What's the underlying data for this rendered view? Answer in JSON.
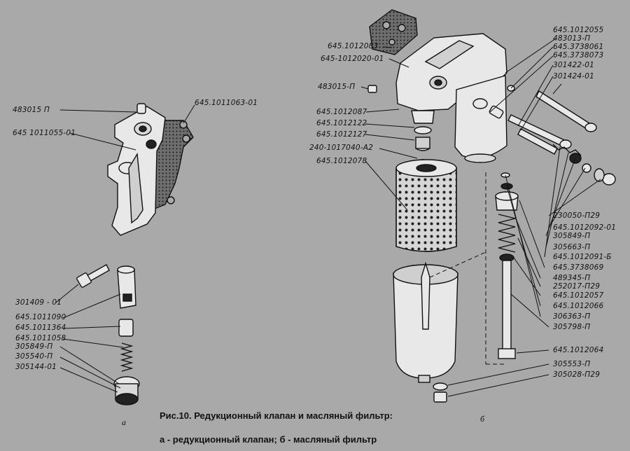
{
  "caption": {
    "title": "Рис.10. Редукционный клапан и масляный фильтр:",
    "legend": "а - редукционный клапан; б - масляный фильтр"
  },
  "views": {
    "a": "а",
    "b": "б"
  },
  "labels_a": [
    "483015 П",
    "645.1011063-01",
    "645 1011055-01",
    "301409 - 01",
    "645.1011090",
    "645.1011364",
    "645.1011058",
    "305849-П",
    "305540-П",
    "305144-01"
  ],
  "labels_b": [
    "645.1012083",
    "645-1012020-01",
    "483015-П",
    "645.1012087",
    "645.1012122",
    "645.1012127",
    "240-1017040-А2",
    "645.1012078",
    "645.1012055",
    "483013-П",
    "645.3738061",
    "645.3738073",
    "301422-01",
    "301424-01",
    "230050-П29",
    "645.1012092-01",
    "305849-П",
    "305663-П",
    "645.1012091-Б",
    "645.3738069",
    "489345-П",
    "252017-П29",
    "645.1012057",
    "645.1012066",
    "306363-П",
    "305798-П",
    "645.1012064",
    "305553-П",
    "305028-П29"
  ]
}
